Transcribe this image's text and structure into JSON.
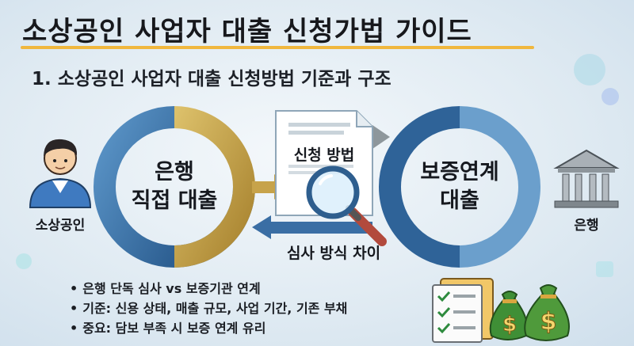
{
  "title": "소상공인 사업자 대출 신청가법 가이드",
  "subtitle": "1. 소상공인 사업자 대출 신청방법 기준과 구조",
  "left_circle": {
    "line1": "은행",
    "line2": "직접 대출"
  },
  "right_circle": {
    "line1": "보증연계",
    "line2": "대출"
  },
  "document_label": "신청 방법",
  "arrow_label": "심사 방식 차이",
  "person_label": "소상공인",
  "bank_label": "은행",
  "bullets": [
    "은행 단독 심사 vs 보증기관 연계",
    "기준: 신용 상태, 매출 규모, 사업 기간, 기존 부채",
    "중요: 담보 부족 시 보증 연계 유리"
  ],
  "colors": {
    "accent_gold": "#c9a64a",
    "accent_blue": "#3c79b0",
    "underline": "#f0b73e"
  },
  "icons": [
    "person-icon",
    "document-icon",
    "magnifier-icon",
    "bank-icon",
    "checklist-icon",
    "money-bag-icon"
  ]
}
